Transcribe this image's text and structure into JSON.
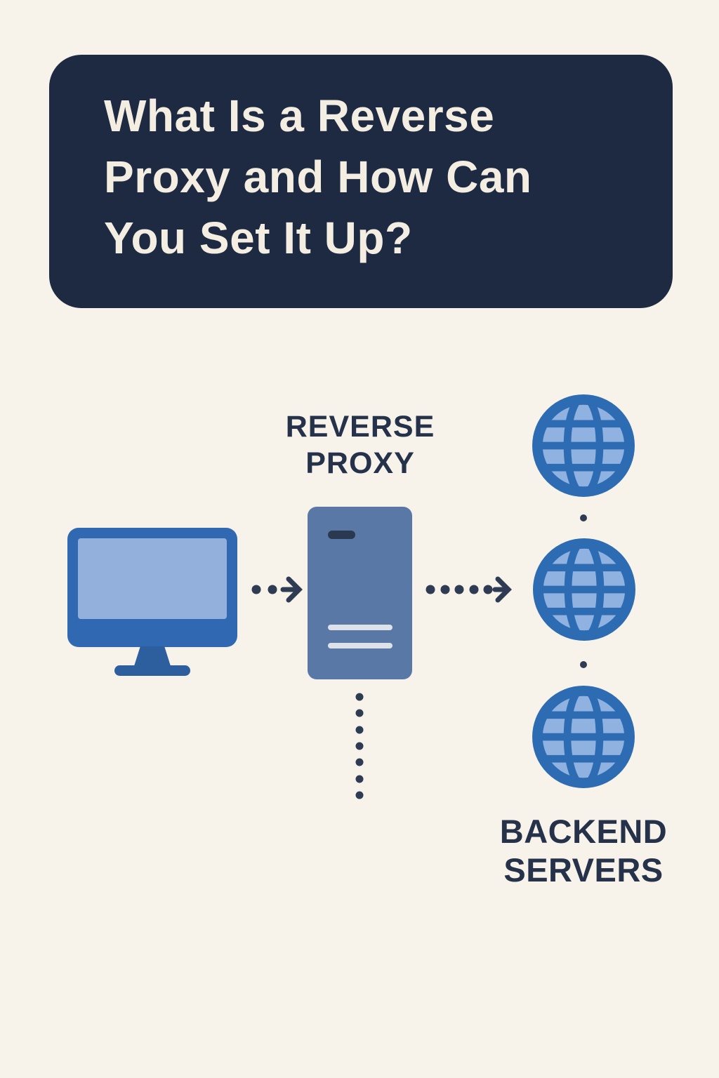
{
  "title_card": {
    "text": "What Is a Reverse Proxy and How Can You Set It Up?",
    "lines": [
      "What Is a Reverse",
      "Proxy and How Can",
      "You Set It Up?"
    ],
    "background_color": "#1e2a42",
    "text_color": "#f3eee1"
  },
  "diagram": {
    "client": {
      "icon": "computer-monitor"
    },
    "proxy": {
      "label": "REVERSE PROXY",
      "label_lines": [
        "REVERSE",
        "PROXY"
      ],
      "icon": "server-tower"
    },
    "backend": {
      "label": "BACKEND SERVERS",
      "label_lines": [
        "BACKEND",
        "SERVERS"
      ],
      "icon": "globe",
      "server_count": 3
    },
    "flows": {
      "client_to_proxy": {
        "icon": "dotted-arrow-right",
        "dot_count": 2
      },
      "proxy_to_backend": {
        "icon": "dotted-arrow-right",
        "dot_count": 5
      },
      "proxy_queue": {
        "icon": "dotted-line-vertical",
        "dot_count": 7
      }
    }
  },
  "colors": {
    "background": "#f7f3ea",
    "title_navy": "#1e2a42",
    "label_navy": "#25324a",
    "monitor_blue": "#3069b1",
    "monitor_screen_blue": "#93afdc",
    "monitor_stand_blue": "#2d5f9f",
    "proxy_slate_blue": "#5978a6",
    "proxy_slot_navy": "#2b3950",
    "proxy_line_gray": "#dde2ea",
    "globe_stroke_blue": "#2d6cb3",
    "globe_fill_blue": "#90b2e0",
    "arrow_navy": "#2e3b52"
  }
}
